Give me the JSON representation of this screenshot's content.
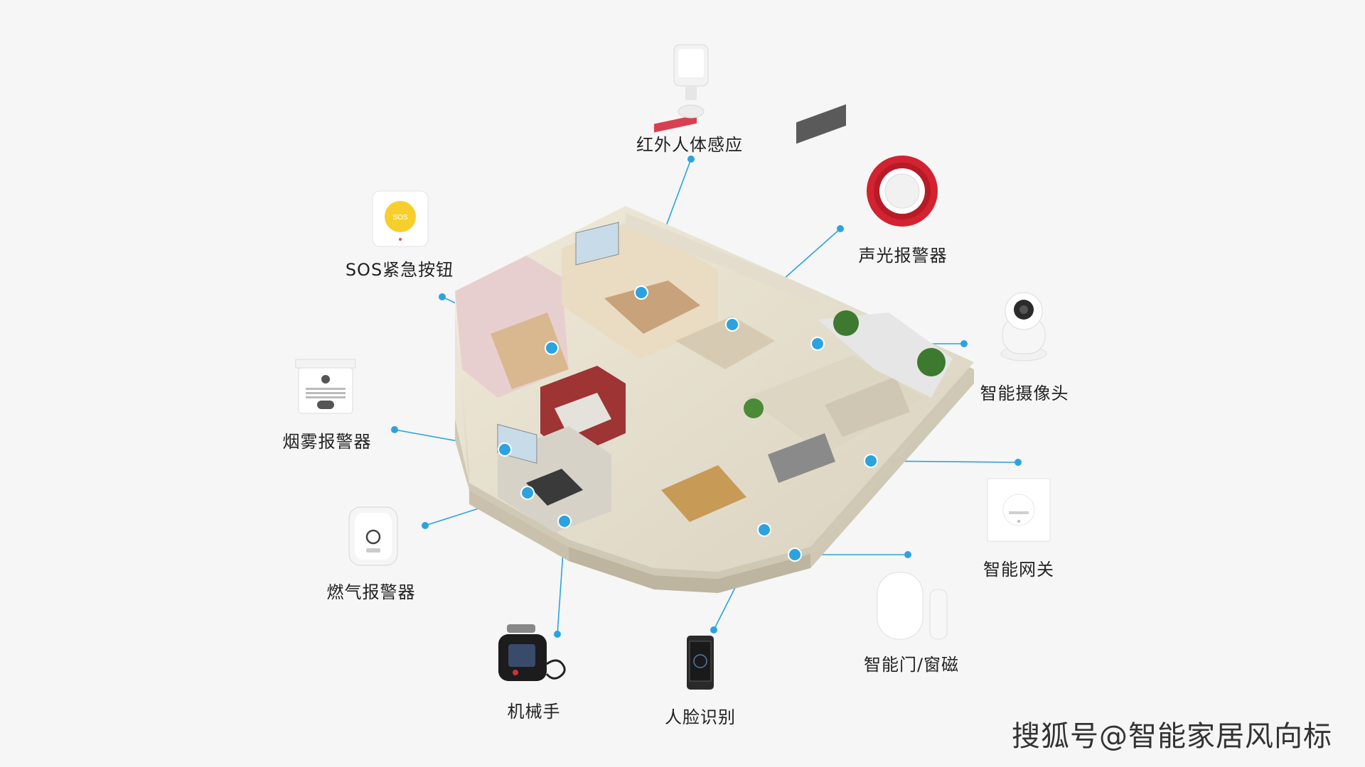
{
  "colors": {
    "background": "#f6f6f6",
    "connector": "#2ba3e0",
    "text": "#222222"
  },
  "devices": [
    {
      "id": "pir",
      "label": "红外人体感应",
      "icon": "pir-motion-sensor-icon"
    },
    {
      "id": "sos",
      "label": "SOS紧急按钮",
      "icon": "sos-button-icon",
      "badge": "SOS"
    },
    {
      "id": "siren",
      "label": "声光报警器",
      "icon": "siren-icon"
    },
    {
      "id": "camera",
      "label": "智能摄像头",
      "icon": "camera-icon"
    },
    {
      "id": "smoke",
      "label": "烟雾报警器",
      "icon": "smoke-detector-icon"
    },
    {
      "id": "gateway",
      "label": "智能网关",
      "icon": "gateway-icon"
    },
    {
      "id": "gas",
      "label": "燃气报警器",
      "icon": "gas-detector-icon"
    },
    {
      "id": "door",
      "label": "智能门/窗磁",
      "icon": "door-window-sensor-icon"
    },
    {
      "id": "valve",
      "label": "机械手",
      "icon": "valve-manipulator-icon"
    },
    {
      "id": "face",
      "label": "人脸识别",
      "icon": "face-recognition-icon"
    }
  ],
  "watermark": "搜狐号@智能家居风向标"
}
